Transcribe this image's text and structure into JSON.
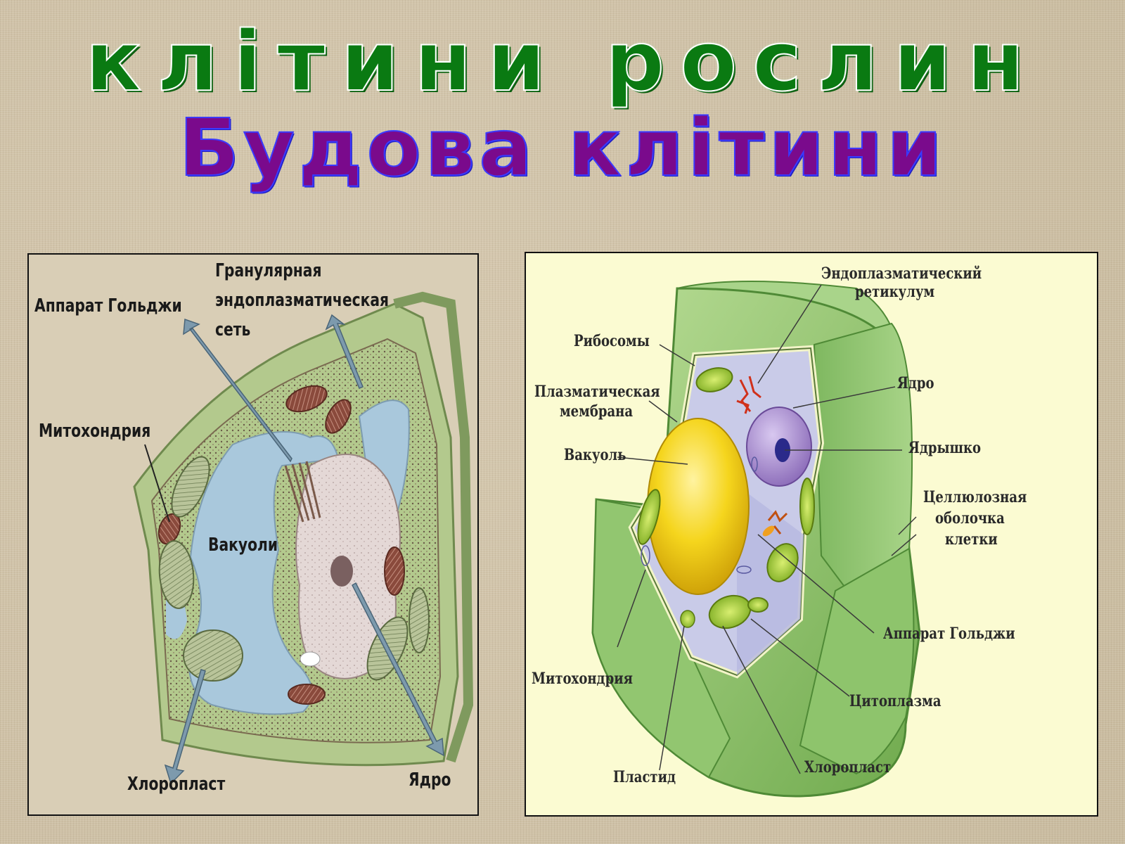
{
  "slide": {
    "title": "клітини рослин",
    "subtitle": "Будова клітини"
  },
  "left_diagram": {
    "labels": {
      "golgi": "Аппарат Гольджи",
      "er_line1": "Гранулярная",
      "er_line2": "эндоплазматическая",
      "er_line3": "сеть",
      "mitochondria": "Митохондрия",
      "vacuoles": "Вакуоли",
      "chloroplast": "Хлоропласт",
      "nucleus": "Ядро"
    }
  },
  "right_diagram": {
    "labels": {
      "er_line1": "Эндоплазматический",
      "er_line2": "ретикулум",
      "ribosomes": "Рибосомы",
      "membrane_line1": "Плазматическая",
      "membrane_line2": "мембрана",
      "vacuole": "Вакуоль",
      "nucleus": "Ядро",
      "nucleolus": "Ядрышко",
      "wall_line1": "Целлюлозная",
      "wall_line2": "оболочка",
      "wall_line3": "клетки",
      "golgi": "Аппарат Гольджи",
      "mitochondria": "Митохондрия",
      "cytoplasm": "Цитоплазма",
      "plastid": "Пластид",
      "chloroplast": "Хлоропласт"
    }
  },
  "colors": {
    "title_green": "#0a7a12",
    "subtitle_purple": "#7a0a8c",
    "vacuole_blue": "#a9c8dc",
    "cell_wall_green": "#9ccb74",
    "nucleus_yellow": "#f2d21a",
    "nucleus_purple": "#a58ad0"
  }
}
